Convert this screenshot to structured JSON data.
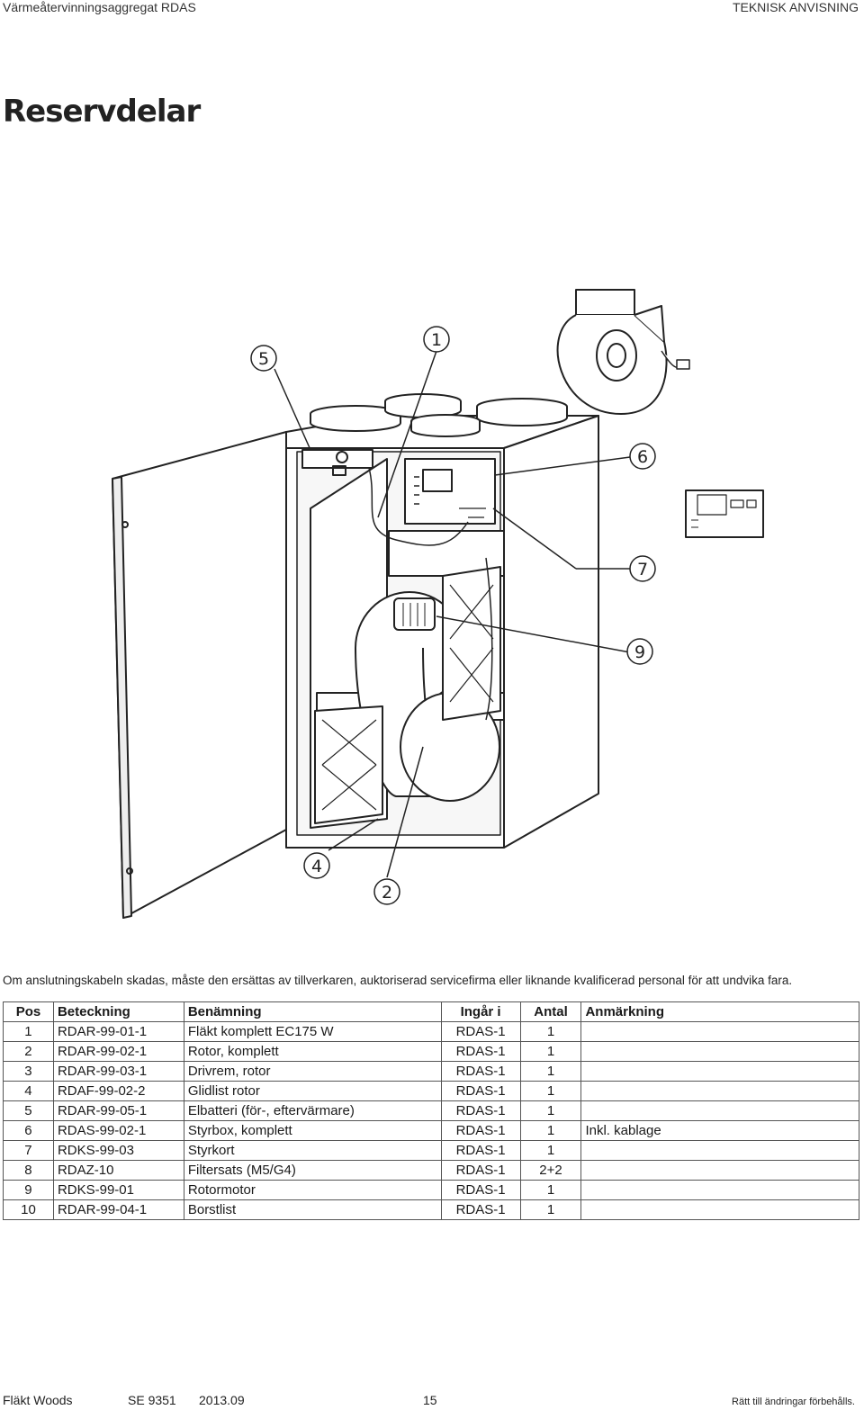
{
  "header": {
    "left": "Värmeåtervinningsaggregat RDAS",
    "right": "TEKNISK ANVISNING"
  },
  "page_title": "Reservdelar",
  "figure": {
    "callouts": [
      "5",
      "1",
      "6",
      "7",
      "9",
      "4",
      "2"
    ]
  },
  "note": "Om anslutningskabeln skadas, måste den ersättas av tillverkaren, auktoriserad servicefirma eller liknande kvalificerad personal för att undvika fara.",
  "table": {
    "headers": [
      "Pos",
      "Beteckning",
      "Benämning",
      "Ingår i",
      "Antal",
      "Anmärkning"
    ],
    "rows": [
      [
        "1",
        "RDAR-99-01-1",
        "Fläkt komplett EC175 W",
        "RDAS-1",
        "1",
        ""
      ],
      [
        "2",
        "RDAR-99-02-1",
        "Rotor, komplett",
        "RDAS-1",
        "1",
        ""
      ],
      [
        "3",
        "RDAR-99-03-1",
        "Drivrem, rotor",
        "RDAS-1",
        "1",
        ""
      ],
      [
        "4",
        "RDAF-99-02-2",
        "Glidlist rotor",
        "RDAS-1",
        "1",
        ""
      ],
      [
        "5",
        "RDAR-99-05-1",
        "Elbatteri (för-, eftervärmare)",
        "RDAS-1",
        "1",
        ""
      ],
      [
        "6",
        "RDAS-99-02-1",
        "Styrbox, komplett",
        "RDAS-1",
        "1",
        "Inkl. kablage"
      ],
      [
        "7",
        "RDKS-99-03",
        "Styrkort",
        "RDAS-1",
        "1",
        ""
      ],
      [
        "8",
        "RDAZ-10",
        "Filtersats (M5/G4)",
        "RDAS-1",
        "2+2",
        ""
      ],
      [
        "9",
        "RDKS-99-01",
        "Rotormotor",
        "RDAS-1",
        "1",
        ""
      ],
      [
        "10",
        "RDAR-99-04-1",
        "Borstlist",
        "RDAS-1",
        "1",
        ""
      ]
    ]
  },
  "footer": {
    "company": "Fläkt Woods",
    "doc_number": "SE 9351",
    "date": "2013.09",
    "page_number": "15",
    "rights": "Rätt till ändringar förbehålls."
  }
}
